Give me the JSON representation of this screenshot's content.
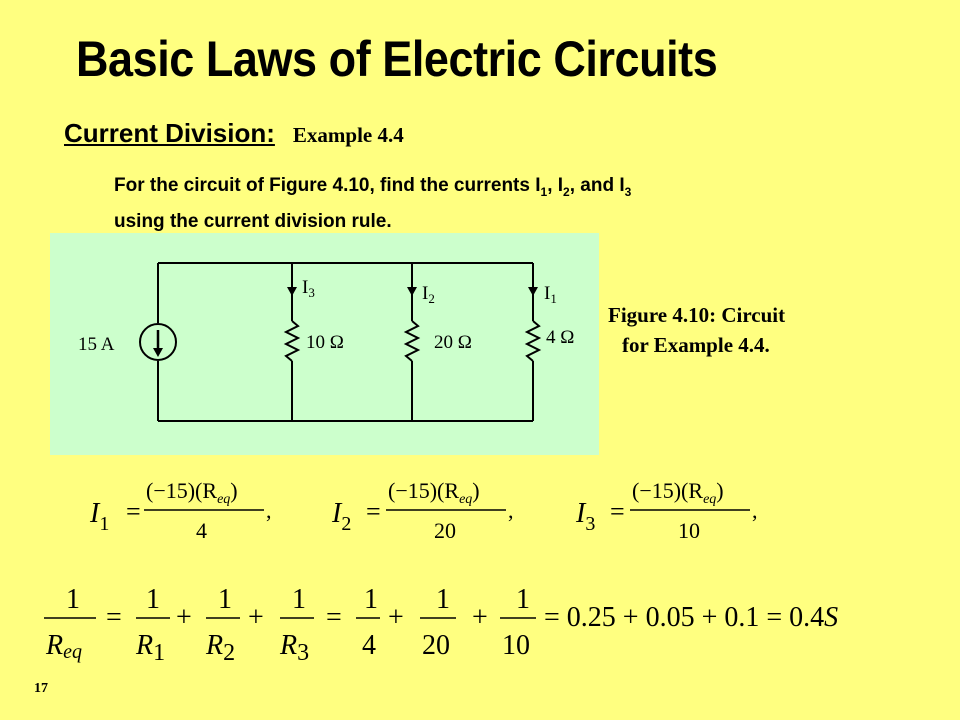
{
  "slide": {
    "title": "Basic Laws of Electric Circuits",
    "section": "Current Division:",
    "example": "Example 4.4",
    "problem": {
      "line1_prefix": "For the circuit of Figure 4.10, find the currents I",
      "sub1": "1",
      "sep1": ", I",
      "sub2": "2",
      "sep2": ", and I",
      "sub3": "3",
      "line2": "using the current division rule."
    },
    "caption_line1": "Figure 4.10:  Circuit",
    "caption_line2": "for Example 4.4.",
    "page_number": "17"
  },
  "circuit": {
    "source_label": "15 A",
    "resistors": [
      {
        "label": "10 Ω",
        "current": "I",
        "current_sub": "3"
      },
      {
        "label": "20 Ω",
        "current": "I",
        "current_sub": "2"
      },
      {
        "label": "4 Ω",
        "current": "I",
        "current_sub": "1"
      }
    ]
  },
  "equations": {
    "currents": [
      {
        "lhs": "I",
        "sub": "1",
        "num": "(−15)(R",
        "num_sub": "eq",
        "num_end": ")",
        "den": "4"
      },
      {
        "lhs": "I",
        "sub": "2",
        "num": "(−15)(R",
        "num_sub": "eq",
        "num_end": ")",
        "den": "20"
      },
      {
        "lhs": "I",
        "sub": "3",
        "num": "(−15)(R",
        "num_sub": "eq",
        "num_end": ")",
        "den": "10"
      }
    ],
    "req": {
      "lhs_num": "1",
      "lhs_den": "R",
      "lhs_den_sub": "eq",
      "terms": [
        {
          "num": "1",
          "den": "R",
          "sub": "1"
        },
        {
          "num": "1",
          "den": "R",
          "sub": "2"
        },
        {
          "num": "1",
          "den": "R",
          "sub": "3"
        }
      ],
      "numeric": [
        {
          "num": "1",
          "den": "4"
        },
        {
          "num": "1",
          "den": "20"
        },
        {
          "num": "1",
          "den": "10"
        }
      ],
      "result": "= 0.25 + 0.05 + 0.1 = 0.4",
      "unit": "S"
    }
  },
  "colors": {
    "background": "#ffff80",
    "circuit_background": "#ccffcc"
  }
}
